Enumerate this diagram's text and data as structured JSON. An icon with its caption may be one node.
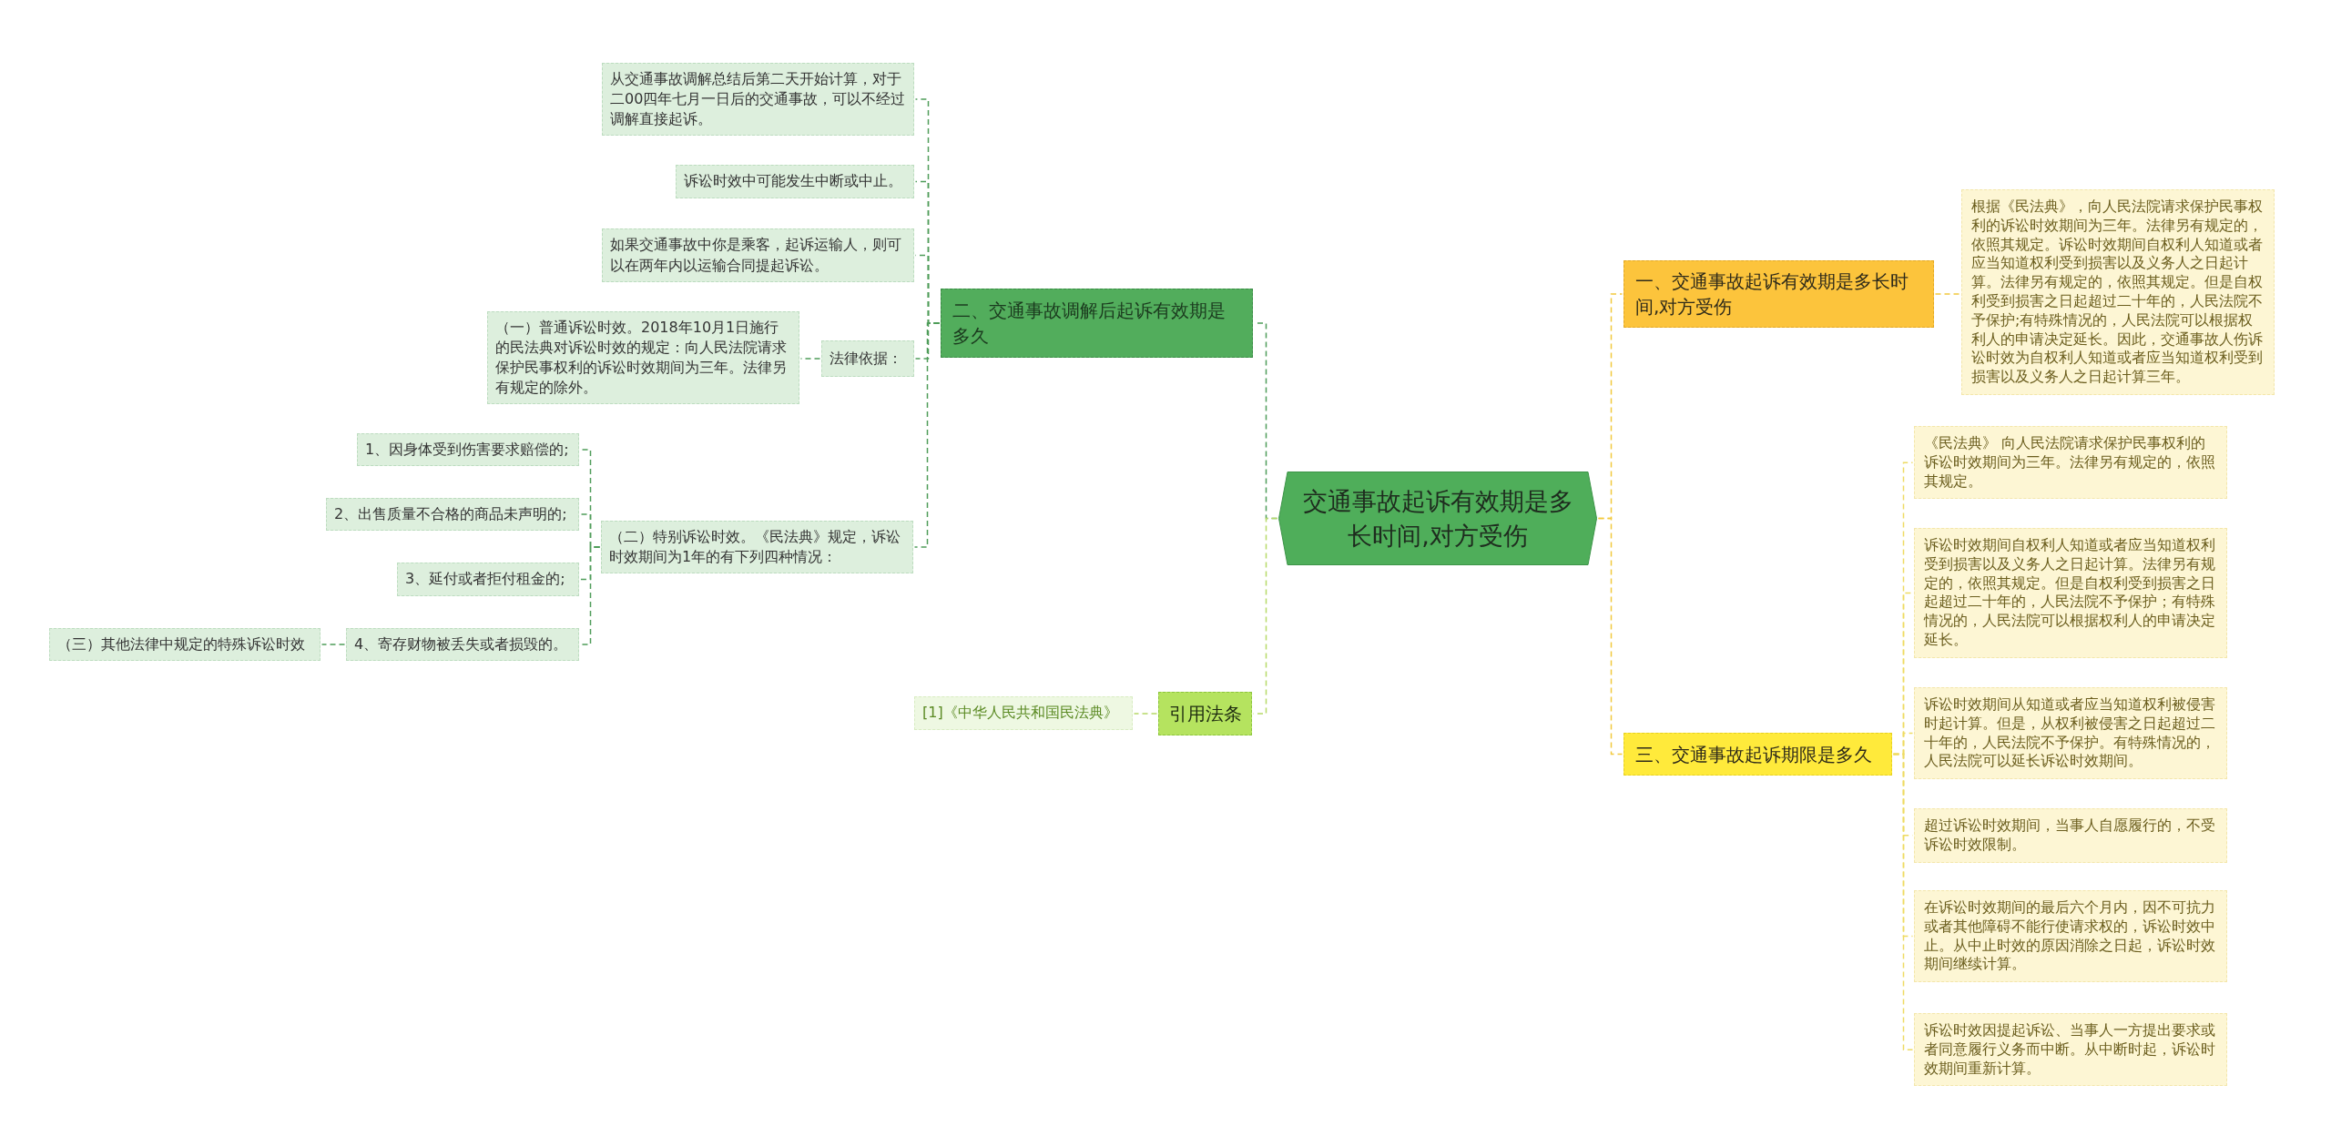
{
  "diagram": {
    "nodes": [
      {
        "text": [
          "交通事故起诉有效期是多长时间,对方受伤"
        ]
      },
      {
        "text": [
          "二、交通事故调解后起诉有效期是多久"
        ]
      },
      {
        "text": [
          "从交通事故调解总结后第二天开始计算，对于二00四年七月一日后的交通事故，可以不经过调解直接起诉。"
        ]
      },
      {
        "text": [
          "诉讼时效中可能发生中断或中止。"
        ]
      },
      {
        "text": [
          "如果交通事故中你是乘客，起诉运输人，则可以在两年内以运输合同提起诉讼。"
        ]
      },
      {
        "text": [
          "法律依据："
        ]
      },
      {
        "text": [
          "（一）普通诉讼时效。2018年10月1日施行的民法典对诉讼时效的规定：向人民法院请求保护民事权利的诉讼时效期间为三年。法律另有规定的除外。"
        ]
      },
      {
        "text": [
          "（二）特别诉讼时效。《民法典》规定，诉讼时效期间为1年的有下列四种情况："
        ]
      },
      {
        "text": [
          "1、因身体受到伤害要求赔偿的;"
        ]
      },
      {
        "text": [
          "2、出售质量不合格的商品未声明的;"
        ]
      },
      {
        "text": [
          "3、延付或者拒付租金的;"
        ]
      },
      {
        "text": [
          "4、寄存财物被丢失或者损毁的。"
        ]
      },
      {
        "text": [
          "（三）其他法律中规定的特殊诉讼时效"
        ]
      },
      {
        "text": [
          "引用法条"
        ]
      },
      {
        "text": [
          "[1]《中华人民共和国民法典》"
        ]
      },
      {
        "text": [
          "一、交通事故起诉有效期是多长时间,对方受伤"
        ]
      },
      {
        "text": [
          "根据《民法典》，向人民法院请求保护民事权利的诉讼时效期间为三年。法律另有规定的，依照其规定。诉讼时效期间自权利人知道或者应当知道权利受到损害以及义务人之日起计算。法律另有规定的，依照其规定。但是自权利受到损害之日起超过二十年的，人民法院不予保护;有特殊情况的，人民法院可以根据权利人的申请决定延长。因此，交通事故人伤诉讼时效为自权利人知道或者应当知道权利受到损害以及义务人之日起计算三年。"
        ]
      },
      {
        "text": [
          "三、交通事故起诉期限是多久"
        ]
      },
      {
        "text": [
          "《民法典》 向人民法院请求保护民事权利的诉讼时效期间为三年。法律另有规定的，依照其规定。"
        ]
      },
      {
        "text": [
          "诉讼时效期间自权利人知道或者应当知道权利受到损害以及义务人之日起计算。法律另有规定的，依照其规定。但是自权利受到损害之日起超过二十年的，人民法院不予保护；有特殊情况的，人民法院可以根据权利人的申请决定延长。"
        ]
      },
      {
        "text": [
          "诉讼时效期间从知道或者应当知道权利被侵害时起计算。但是，从权利被侵害之日起超过二十年的，人民法院不予保护。有特殊情况的，人民法院可以延长诉讼时效期间。"
        ]
      },
      {
        "text": [
          "超过诉讼时效期间，当事人自愿履行的，不受诉讼时效限制。"
        ]
      },
      {
        "text": [
          "在诉讼时效期间的最后六个月内，因不可抗力或者其他障碍不能行使请求权的，诉讼时效中止。从中止时效的原因消除之日起，诉讼时效期间继续计算。"
        ]
      },
      {
        "text": [
          "诉讼时效因提起诉讼、当事人一方提出要求或者同意履行义务而中断。从中断时起，诉讼时效期间重新计算。"
        ]
      }
    ],
    "edges": [
      {
        "from": 0,
        "to": 1,
        "arrow": "none",
        "style": "dashed"
      },
      {
        "from": 1,
        "to": 2,
        "arrow": "none",
        "style": "dashed"
      },
      {
        "from": 1,
        "to": 3,
        "arrow": "none",
        "style": "dashed"
      },
      {
        "from": 1,
        "to": 4,
        "arrow": "none",
        "style": "dashed"
      },
      {
        "from": 1,
        "to": 5,
        "arrow": "none",
        "style": "dashed"
      },
      {
        "from": 1,
        "to": 7,
        "arrow": "none",
        "style": "dashed"
      },
      {
        "from": 5,
        "to": 6,
        "arrow": "none",
        "style": "dashed"
      },
      {
        "from": 7,
        "to": 8,
        "arrow": "none",
        "style": "dashed"
      },
      {
        "from": 7,
        "to": 9,
        "arrow": "none",
        "style": "dashed"
      },
      {
        "from": 7,
        "to": 10,
        "arrow": "none",
        "style": "dashed"
      },
      {
        "from": 7,
        "to": 11,
        "arrow": "none",
        "style": "dashed"
      },
      {
        "from": 11,
        "to": 12,
        "arrow": "none",
        "style": "dashed"
      },
      {
        "from": 0,
        "to": 13,
        "arrow": "none",
        "style": "dashed",
        "color": "#b7d968"
      },
      {
        "from": 13,
        "to": 14,
        "arrow": "none",
        "style": "dashed",
        "color": "#b7d968"
      },
      {
        "from": 0,
        "to": 15,
        "arrow": "none",
        "style": "dashed",
        "color": "#f2c93e"
      },
      {
        "from": 15,
        "to": 16,
        "arrow": "none",
        "style": "dashed",
        "color": "#f2c93e"
      },
      {
        "from": 0,
        "to": 17,
        "arrow": "none",
        "style": "dashed",
        "color": "#f2c93e"
      },
      {
        "from": 17,
        "to": 18,
        "arrow": "none",
        "style": "dashed",
        "color": "#eedb62"
      },
      {
        "from": 17,
        "to": 19,
        "arrow": "none",
        "style": "dashed",
        "color": "#eedb62"
      },
      {
        "from": 17,
        "to": 20,
        "arrow": "none",
        "style": "dashed",
        "color": "#eedb62"
      },
      {
        "from": 17,
        "to": 21,
        "arrow": "none",
        "style": "dashed",
        "color": "#eedb62"
      },
      {
        "from": 17,
        "to": 22,
        "arrow": "none",
        "style": "dashed",
        "color": "#eedb62"
      },
      {
        "from": 17,
        "to": 23,
        "arrow": "none",
        "style": "dashed",
        "color": "#eedb62"
      }
    ]
  }
}
